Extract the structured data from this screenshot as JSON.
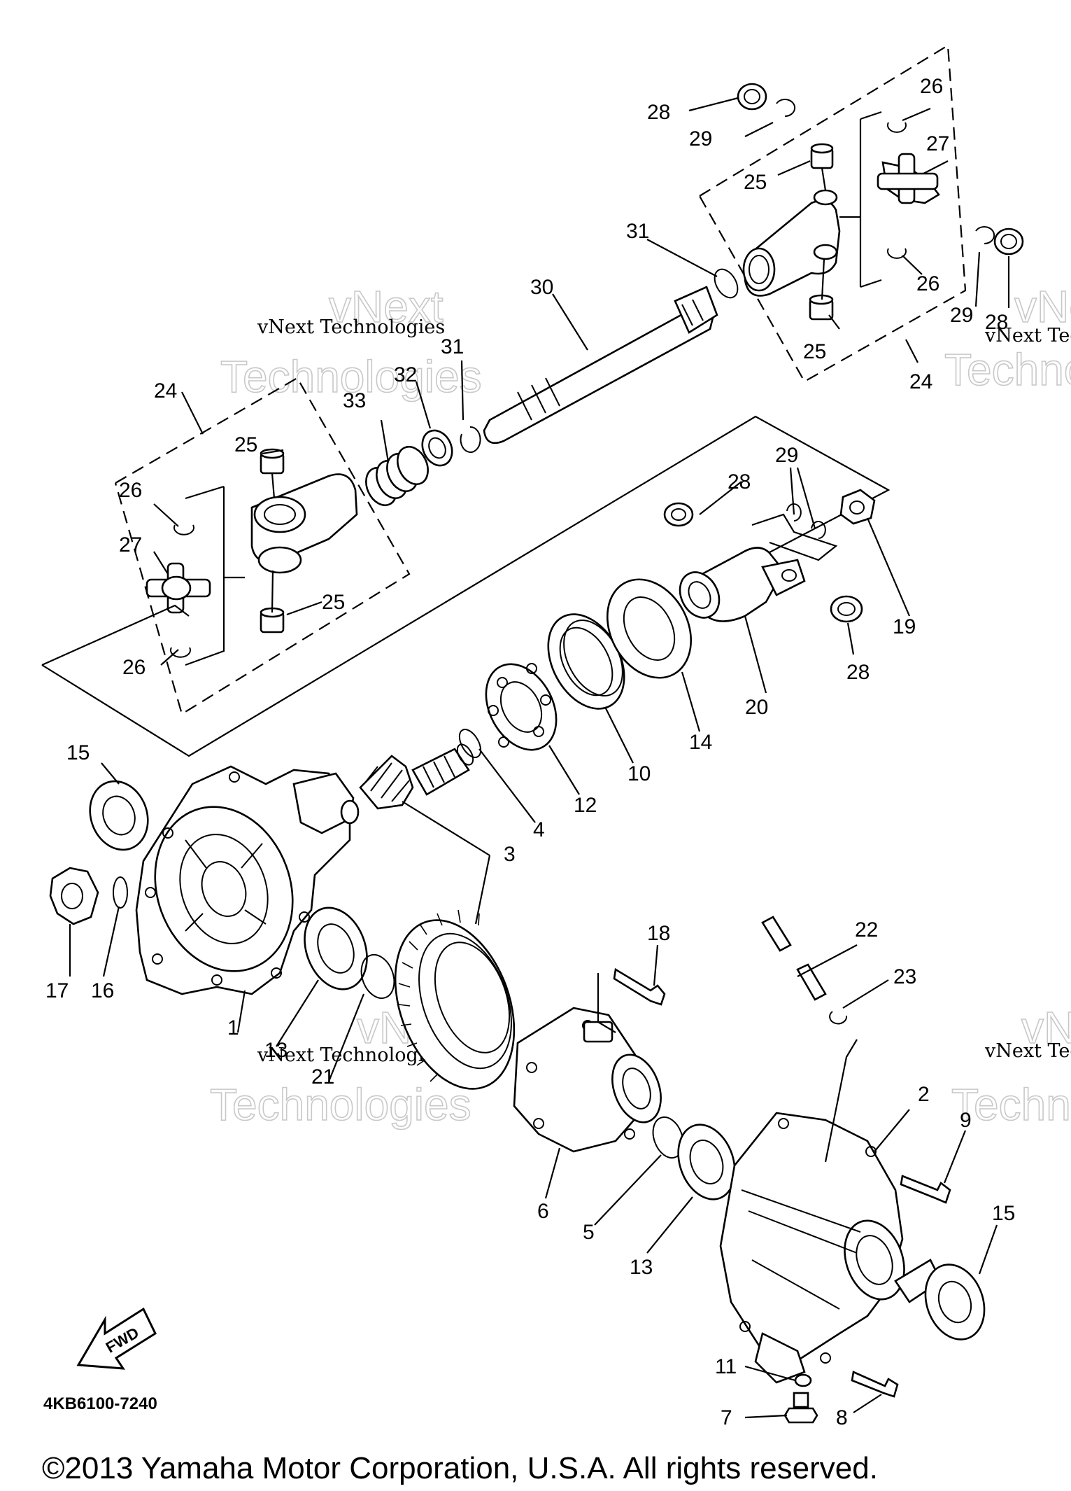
{
  "diagram": {
    "part_labels": [
      "1",
      "2",
      "3",
      "4",
      "5",
      "6",
      "7",
      "8",
      "9",
      "10",
      "11",
      "12",
      "13",
      "14",
      "15",
      "16",
      "17",
      "18",
      "19",
      "20",
      "21",
      "22",
      "23",
      "24",
      "25",
      "26",
      "27",
      "28",
      "29",
      "30",
      "31",
      "32",
      "33"
    ],
    "watermark_company": "vNext Technologies",
    "watermark_word": "Technologies",
    "watermark_short": "vNext",
    "drawing_code": "4KB6100-7240",
    "fwd_label": "FWD",
    "copyright": "©2013 Yamaha Motor Corporation, U.S.A. All rights reserved."
  }
}
